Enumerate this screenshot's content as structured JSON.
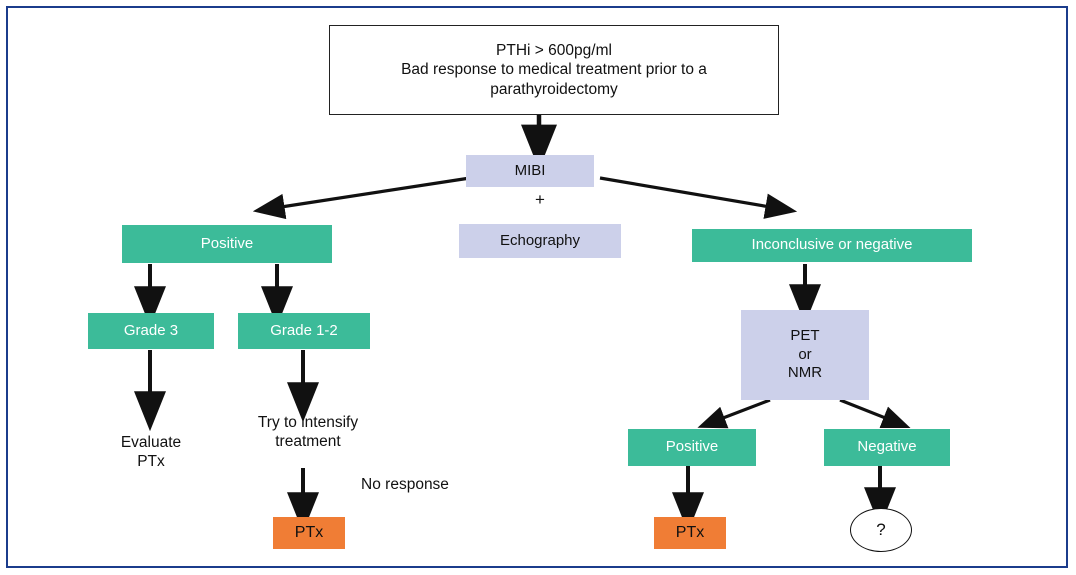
{
  "diagram": {
    "title_box": "PTHi > 600pg/ml\nBad response to medical treatment prior to a\nparathyroidectomy",
    "nodes": {
      "mibi": "MIBI",
      "plus": "+",
      "echography": "Echography",
      "positive_left": "Positive",
      "inconclusive": "Inconclusive or negative",
      "grade3": "Grade 3",
      "grade12": "Grade 1-2",
      "evaluate_ptx": "Evaluate\nPTx",
      "try_intensify": "Try to intensify\ntreatment",
      "no_response": "No response",
      "ptx_left": "PTx",
      "pet_or_nmr": "PET\nor\nNMR",
      "positive_right": "Positive",
      "negative_right": "Negative",
      "ptx_right": "PTx",
      "question": "?"
    },
    "colors": {
      "frame": "#1b3c8c",
      "teal": "#3cbb99",
      "lavender": "#ccd0ea",
      "orange": "#f07d35",
      "arrow": "#111111",
      "box_border": "#222222"
    }
  }
}
